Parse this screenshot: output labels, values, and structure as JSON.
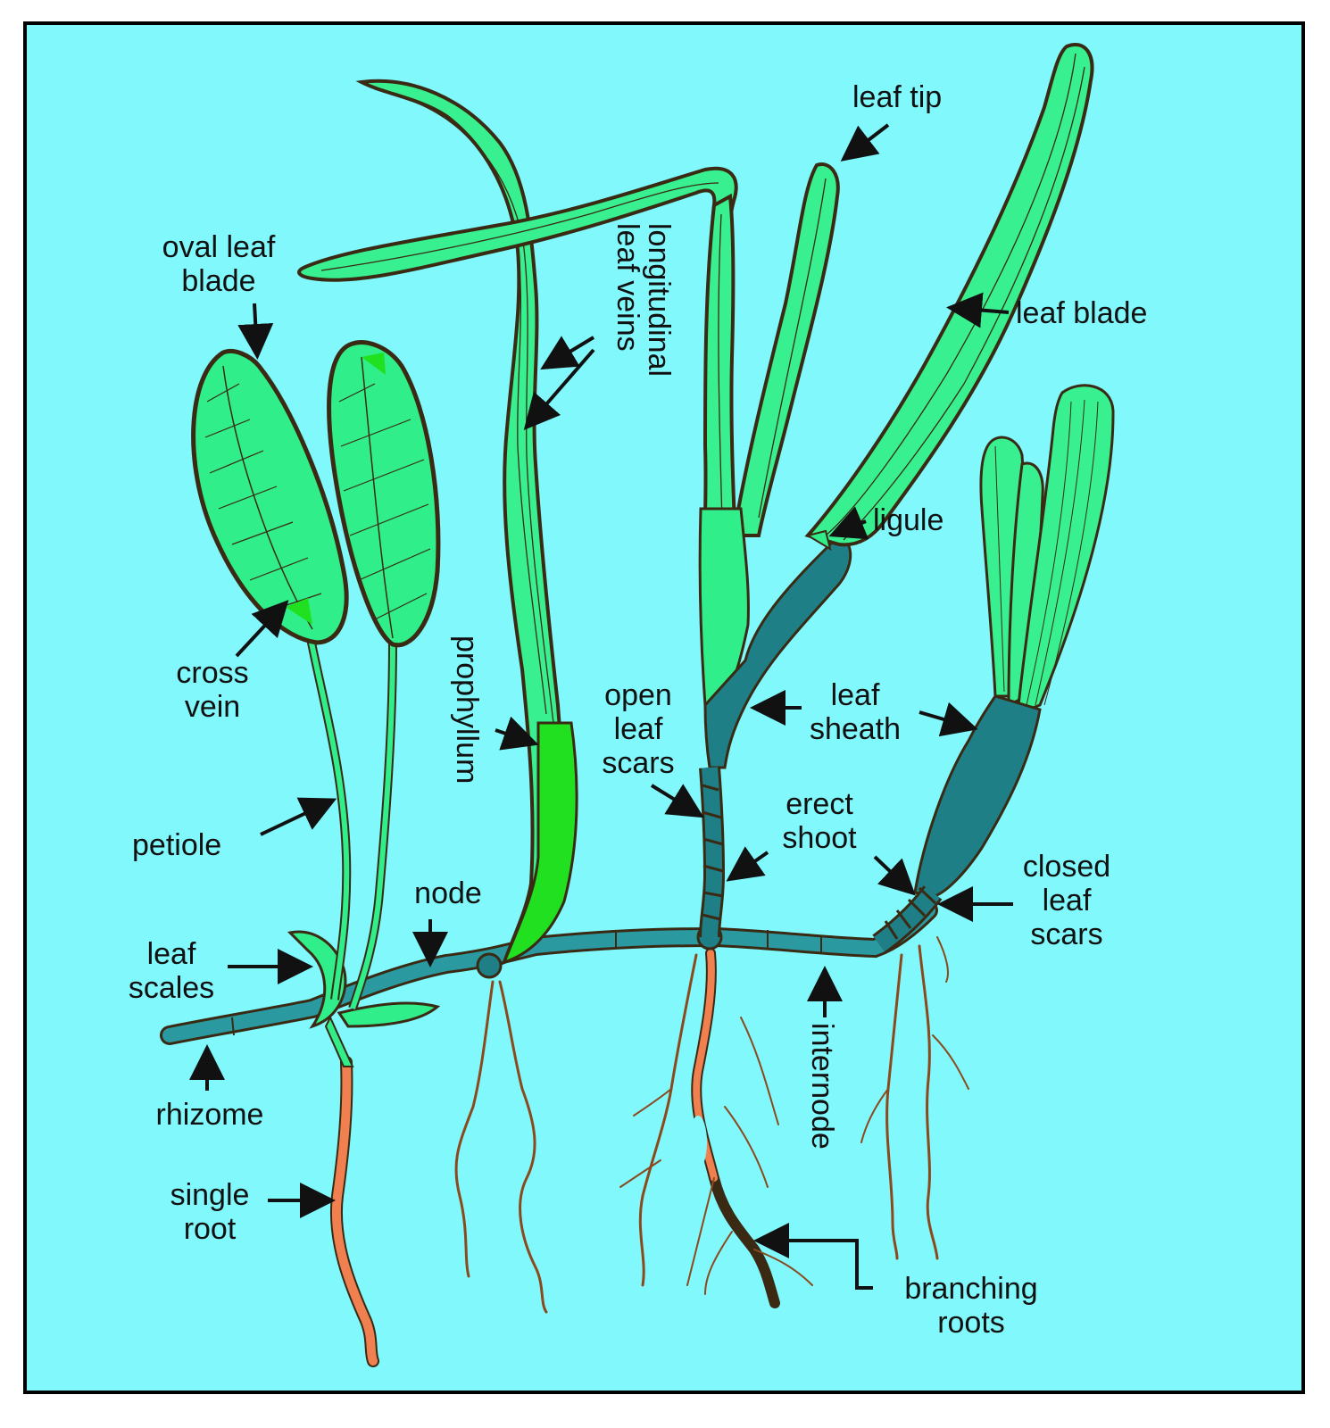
{
  "colors": {
    "background": "#80f8fc",
    "frame": "#000000",
    "leaf_green": "#38f090",
    "leaf_light": "#30ee8a",
    "bright_green": "#20e020",
    "sheath_teal": "#1e7f86",
    "rhizome_teal": "#2a9aa0",
    "root_orange": "#f08050",
    "root_brown": "#8a4a1e",
    "outline": "#3a2a14",
    "text": "#111111"
  },
  "labels": {
    "leaf_tip": "leaf tip",
    "oval_leaf_blade_1": "oval leaf",
    "oval_leaf_blade_2": "blade",
    "longitudinal_1": "longitudinal",
    "longitudinal_2": "leaf veins",
    "leaf_blade": "leaf blade",
    "ligule": "ligule",
    "cross_vein_1": "cross",
    "cross_vein_2": "vein",
    "prophyllum": "prophyllum",
    "open_leaf_scars_1": "open",
    "open_leaf_scars_2": "leaf",
    "open_leaf_scars_3": "scars",
    "leaf_sheath_1": "leaf",
    "leaf_sheath_2": "sheath",
    "erect_shoot_1": "erect",
    "erect_shoot_2": "shoot",
    "petiole": "petiole",
    "closed_leaf_scars_1": "closed",
    "closed_leaf_scars_2": "leaf",
    "closed_leaf_scars_3": "scars",
    "node": "node",
    "leaf_scales_1": "leaf",
    "leaf_scales_2": "scales",
    "internode": "internode",
    "rhizome": "rhizome",
    "single_root_1": "single",
    "single_root_2": "root",
    "branching_roots_1": "branching",
    "branching_roots_2": "roots"
  }
}
